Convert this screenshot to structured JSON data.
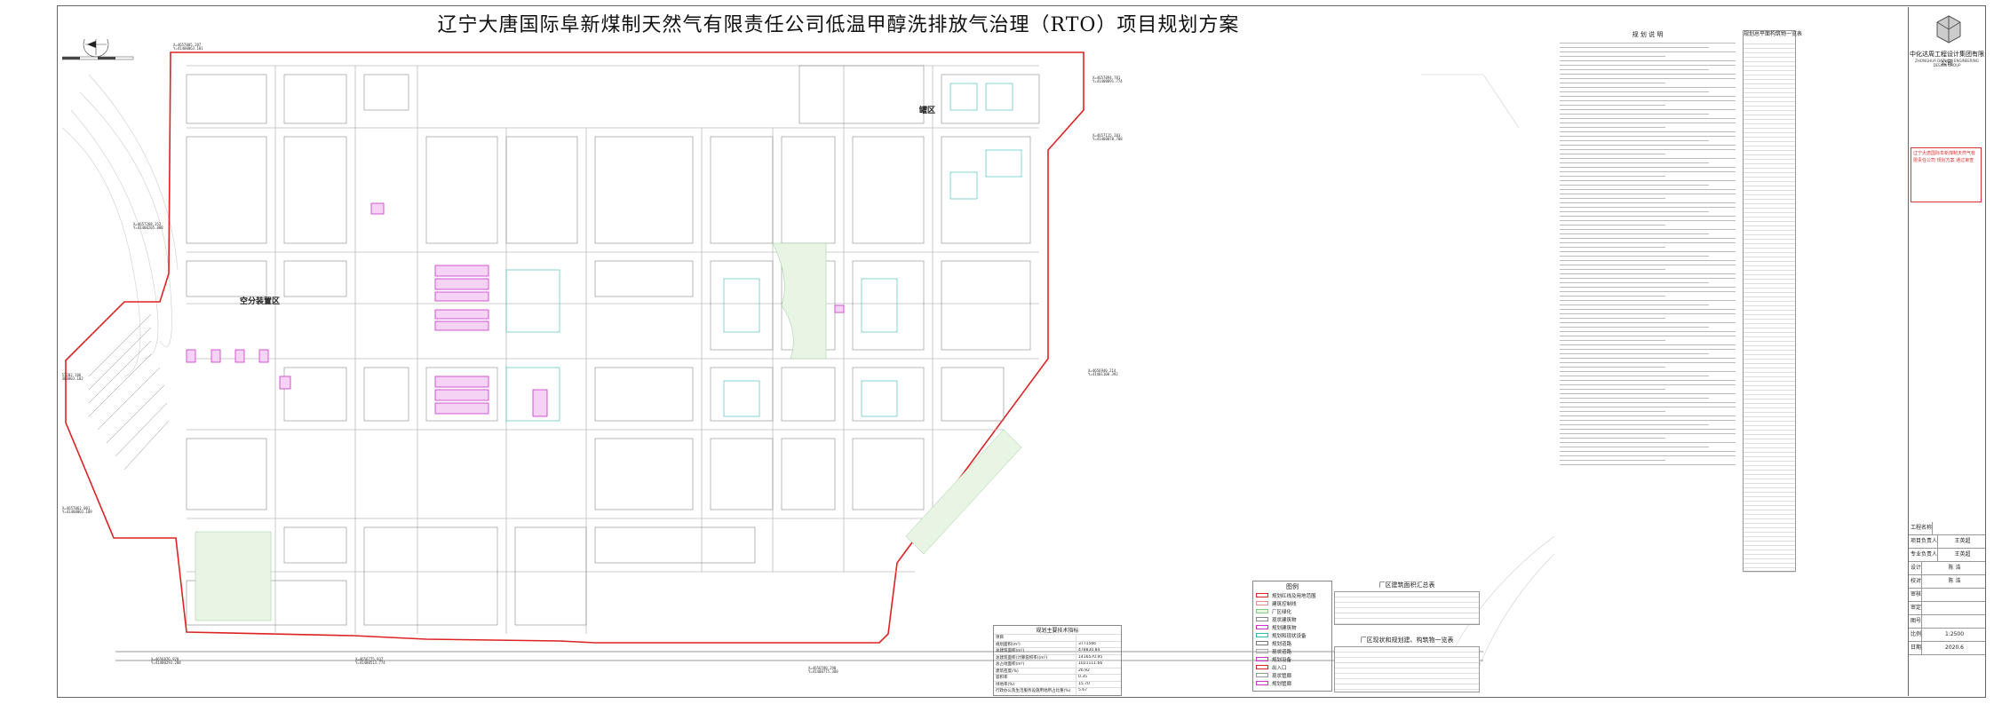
{
  "title": "辽宁大唐国际阜新煤制天然气有限责任公司低温甲醇洗排放气治理（RTO）项目规划方案",
  "zones": {
    "tank_area": "罐区",
    "air_separation": "空分装置区"
  },
  "notes": {
    "title": "规 划 说 明"
  },
  "building_table": {
    "title": "规划总平面构筑物一览表"
  },
  "legend": {
    "title": "图例",
    "items": [
      {
        "label": "规划红线及用地范围",
        "color": "#d22"
      },
      {
        "label": "建筑控制线",
        "color": "#e89"
      },
      {
        "label": "厂区绿化",
        "color": "#8c8"
      },
      {
        "label": "现状建筑物",
        "color": "#888"
      },
      {
        "label": "规划建筑物",
        "color": "#c3c"
      },
      {
        "label": "规划和现状设备",
        "color": "#3bb"
      },
      {
        "label": "规划道路",
        "color": "#777"
      },
      {
        "label": "现状道路",
        "color": "#aaa"
      },
      {
        "label": "规划设备",
        "color": "#c3c"
      },
      {
        "label": "出入口",
        "color": "#d22"
      },
      {
        "label": "现状管廊",
        "color": "#999"
      },
      {
        "label": "规划管廊",
        "color": "#c3c"
      }
    ]
  },
  "indicators": {
    "title": "规划主要技术指标",
    "rows": [
      {
        "label": "项目",
        "value": ""
      },
      {
        "label": "规划面积(m²)",
        "value": "3771566"
      },
      {
        "label": "总建筑面积(m²)",
        "value": "478830.84"
      },
      {
        "label": "总建筑面积(计算容积率)(m²)",
        "value": "1416570.95"
      },
      {
        "label": "总占地面积(m²)",
        "value": "1021111.66"
      },
      {
        "label": "建筑密度(%)",
        "value": "26.92"
      },
      {
        "label": "容积率",
        "value": "0.35"
      },
      {
        "label": "绿地率(%)",
        "value": "15.70"
      },
      {
        "label": "行政办公及生活服务设施用地所占比重(%)",
        "value": "5.67"
      }
    ]
  },
  "summary_tables": {
    "t1": "厂区建筑面积汇总表",
    "t2": "厂区现状和规划建、构筑物一览表"
  },
  "titleblock": {
    "company": "中化达周工程设计集团有限公司",
    "company_en": "ZHONGHUA DAZHOU ENGINEERING DESIGN GROUP",
    "stamp_text": "辽宁大唐国际阜新煤制天然气有限责任公司 规划方案 通过审查",
    "cells": [
      {
        "label": "工程名称",
        "value": ""
      },
      {
        "label": "项目负责人",
        "value": "王英超"
      },
      {
        "label": "专业负责人",
        "value": "王英超"
      },
      {
        "label": "设计",
        "value": "陈 浩"
      },
      {
        "label": "校对",
        "value": "陈 浩"
      },
      {
        "label": "审核",
        "value": ""
      },
      {
        "label": "审定",
        "value": ""
      },
      {
        "label": "图号",
        "value": ""
      },
      {
        "label": "比例",
        "value": "1:2500"
      },
      {
        "label": "日期",
        "value": "2020.6"
      }
    ]
  },
  "colors": {
    "red_line": "#d22",
    "planned": "#c3c",
    "existing_equipment": "#3bb",
    "green": "#9c9"
  }
}
